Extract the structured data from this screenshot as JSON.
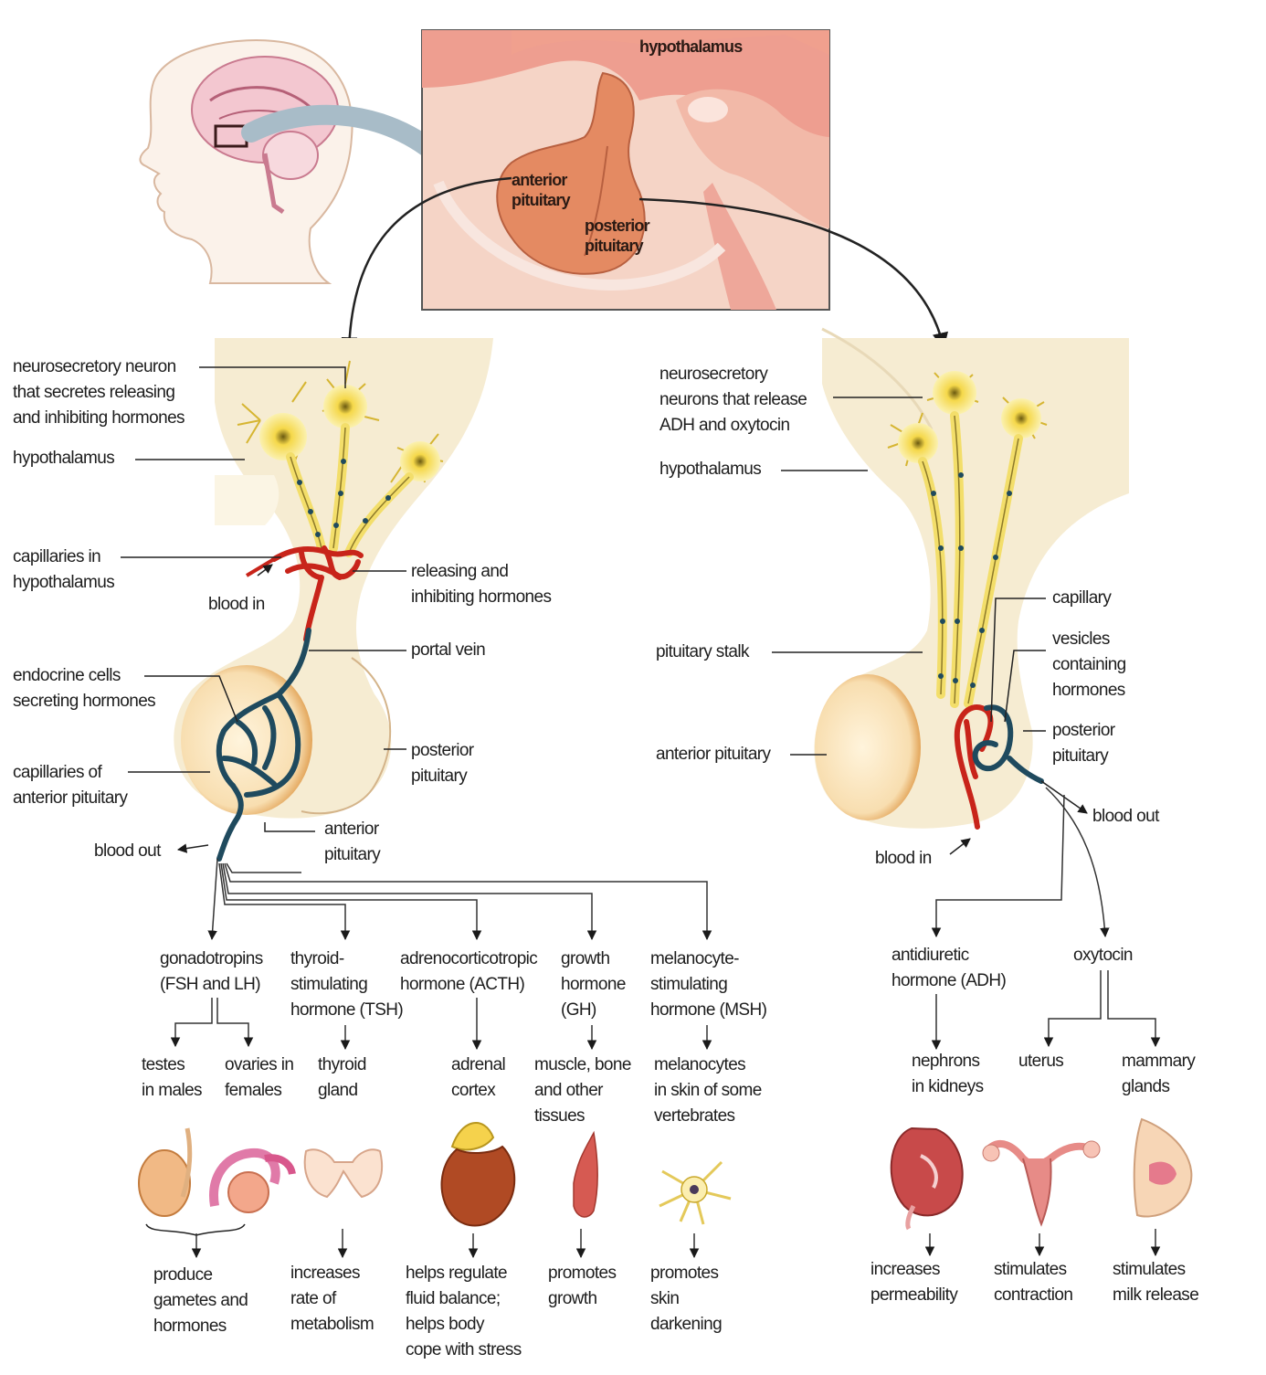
{
  "inset": {
    "hypothalamus": "hypothalamus",
    "anterior": "anterior\npituitary",
    "posterior": "posterior\npituitary"
  },
  "left_panel": {
    "neurosecretory": "neurosecretory neuron\nthat secretes releasing\nand inhibiting hormones",
    "hypothalamus": "hypothalamus",
    "capillaries_hyp": "capillaries in\nhypothalamus",
    "blood_in": "blood in",
    "releasing": "releasing and\ninhibiting hormones",
    "portal_vein": "portal vein",
    "endocrine": "endocrine cells\nsecreting hormones",
    "posterior": "posterior\npituitary",
    "capillaries_ant": "capillaries of\nanterior pituitary",
    "anterior": "anterior\npituitary",
    "blood_out": "blood out"
  },
  "right_panel": {
    "neurosecretory": "neurosecretory\nneurons that release\nADH and oxytocin",
    "hypothalamus": "hypothalamus",
    "capillary": "capillary",
    "stalk": "pituitary stalk",
    "vesicles": "vesicles\ncontaining\nhormones",
    "anterior": "anterior pituitary",
    "posterior": "posterior\npituitary",
    "blood_out": "blood out",
    "blood_in": "blood in"
  },
  "hormones": {
    "gonadotropins": "gonadotropins\n(FSH and LH)",
    "tsh": "thyroid-\nstimulating\nhormone (TSH)",
    "acth": "adrenocorticotropic\nhormone (ACTH)",
    "gh": "growth\nhormone\n(GH)",
    "msh": "melanocyte-\nstimulating\nhormone (MSH)",
    "adh": "antidiuretic\nhormone (ADH)",
    "oxytocin": "oxytocin"
  },
  "targets": {
    "testes": "testes\nin males",
    "ovaries": "ovaries in\nfemales",
    "thyroid": "thyroid\ngland",
    "adrenal": "adrenal\ncortex",
    "muscle": "muscle, bone\nand other\ntissues",
    "melanocytes": "melanocytes\nin skin of some\nvertebrates",
    "nephrons": "nephrons\nin kidneys",
    "uterus": "uterus",
    "mammary": "mammary\nglands"
  },
  "effects": {
    "gametes": "produce\ngametes and\nhormones",
    "metabolism": "increases\nrate of\nmetabolism",
    "fluid": "helps regulate\nfluid balance;\nhelps body\ncope with stress",
    "growth": "promotes\ngrowth",
    "skin": "promotes\nskin\ndarkening",
    "permeability": "increases\npermeability",
    "contraction": "stimulates\ncontraction",
    "milk": "stimulates\nmilk release"
  },
  "colors": {
    "neuron": "#f5e070",
    "artery": "#c8241a",
    "vein": "#1f4a5e",
    "tissue": "#f6ecd2",
    "pituitary": "#ecb27a",
    "inset_bg": "#f6c9b8"
  }
}
